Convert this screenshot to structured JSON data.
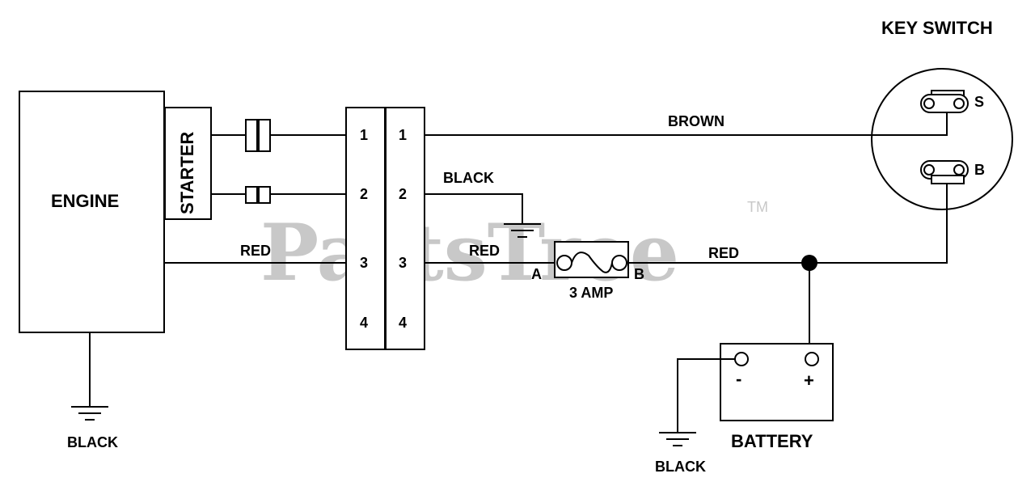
{
  "watermark": {
    "text": "PartsTree",
    "tm": "TM"
  },
  "components": {
    "engine": "ENGINE",
    "starter": "STARTER",
    "key_switch": "KEY SWITCH",
    "battery": "BATTERY",
    "fuse": "3 AMP"
  },
  "connector": {
    "left_pins": [
      "1",
      "2",
      "3",
      "4"
    ],
    "right_pins": [
      "1",
      "2",
      "3",
      "4"
    ]
  },
  "wires": {
    "brown": "BROWN",
    "black_ground": "BLACK",
    "red_engine": "RED",
    "red_fuse_in": "RED",
    "red_fuse_out": "RED",
    "engine_ground": "BLACK",
    "battery_ground": "BLACK"
  },
  "terminals": {
    "switch_s": "S",
    "switch_b": "B",
    "fuse_a": "A",
    "fuse_b": "B",
    "battery_neg": "-",
    "battery_pos": "+"
  }
}
